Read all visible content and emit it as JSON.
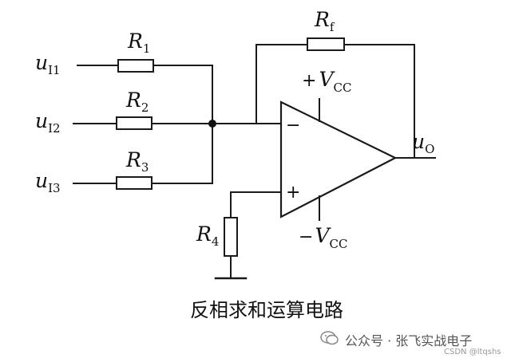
{
  "diagram": {
    "inputs": [
      {
        "main": "u",
        "sub": "I1"
      },
      {
        "main": "u",
        "sub": "I2"
      },
      {
        "main": "u",
        "sub": "I3"
      }
    ],
    "resistors": [
      {
        "main": "R",
        "sub": "1"
      },
      {
        "main": "R",
        "sub": "2"
      },
      {
        "main": "R",
        "sub": "3"
      },
      {
        "main": "R",
        "sub": "4"
      }
    ],
    "feedback": {
      "main": "R",
      "sub": "f"
    },
    "supply_pos": {
      "sign": "+",
      "main": "V",
      "sub": "CC"
    },
    "supply_neg": {
      "sign": "−",
      "main": "V",
      "sub": "CC"
    },
    "output": {
      "main": "u",
      "sub": "O"
    },
    "pin_minus": "−",
    "pin_plus": "+",
    "caption": "反相求和运算电路"
  },
  "watermark": {
    "main": "公众号 · 张飞实战电子",
    "csdn": "CSDN @ltqshs"
  }
}
